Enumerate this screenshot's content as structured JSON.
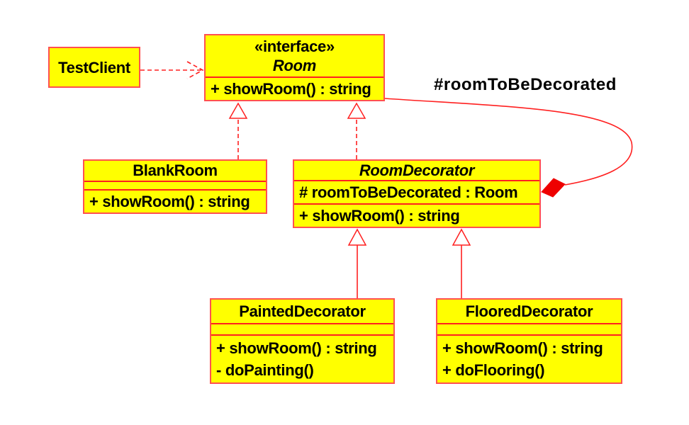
{
  "colors": {
    "box_fill": "#ffff00",
    "box_border": "#ff5050",
    "line": "#ff2020",
    "diamond": "#ee0000",
    "text": "#000000"
  },
  "label": {
    "room_to_be_decorated": "#roomToBeDecorated"
  },
  "classes": {
    "test_client": {
      "name": "TestClient"
    },
    "room": {
      "stereotype": "«interface»",
      "name": "Room",
      "methods": [
        "+ showRoom() : string"
      ]
    },
    "blank_room": {
      "name": "BlankRoom",
      "methods": [
        "+ showRoom() : string"
      ]
    },
    "room_decorator": {
      "name": "RoomDecorator",
      "attributes": [
        "# roomToBeDecorated : Room"
      ],
      "methods": [
        "+ showRoom() : string"
      ]
    },
    "painted_decorator": {
      "name": "PaintedDecorator",
      "methods": [
        "+ showRoom() : string",
        "- doPainting()"
      ]
    },
    "floored_decorator": {
      "name": "FlooredDecorator",
      "methods": [
        "+ showRoom() : string",
        "+ doFlooring()"
      ]
    }
  }
}
